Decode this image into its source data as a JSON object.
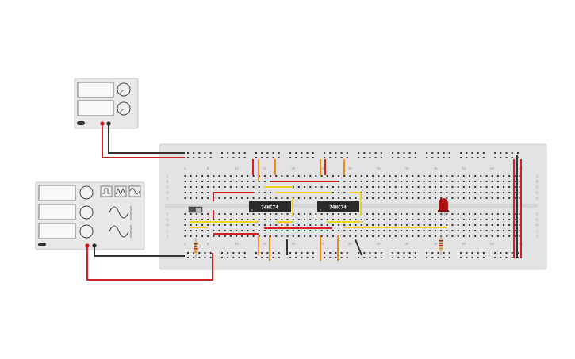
{
  "circuit": {
    "chip_labels": [
      "74HC74",
      "74HC74"
    ],
    "column_numbers": [
      "1",
      "5",
      "10",
      "15",
      "20",
      "25",
      "30",
      "35",
      "40",
      "45",
      "50",
      "55",
      "60"
    ],
    "row_letters_top": [
      "A",
      "B",
      "C",
      "D",
      "E"
    ],
    "row_letters_bottom": [
      "F",
      "G",
      "H",
      "I",
      "J"
    ],
    "components": [
      "power-supply",
      "function-generator",
      "breadboard",
      "ic-74hc74",
      "ic-74hc74",
      "led-red",
      "resistor",
      "resistor",
      "slide-switch"
    ]
  },
  "colors": {
    "wire_red": "#e02020",
    "wire_black": "#303030",
    "wire_orange": "#f08a1a",
    "wire_yellow": "#f0d020",
    "breadboard": "#e3e3e3",
    "chip": "#2a2a2a",
    "led": "#b01010"
  }
}
